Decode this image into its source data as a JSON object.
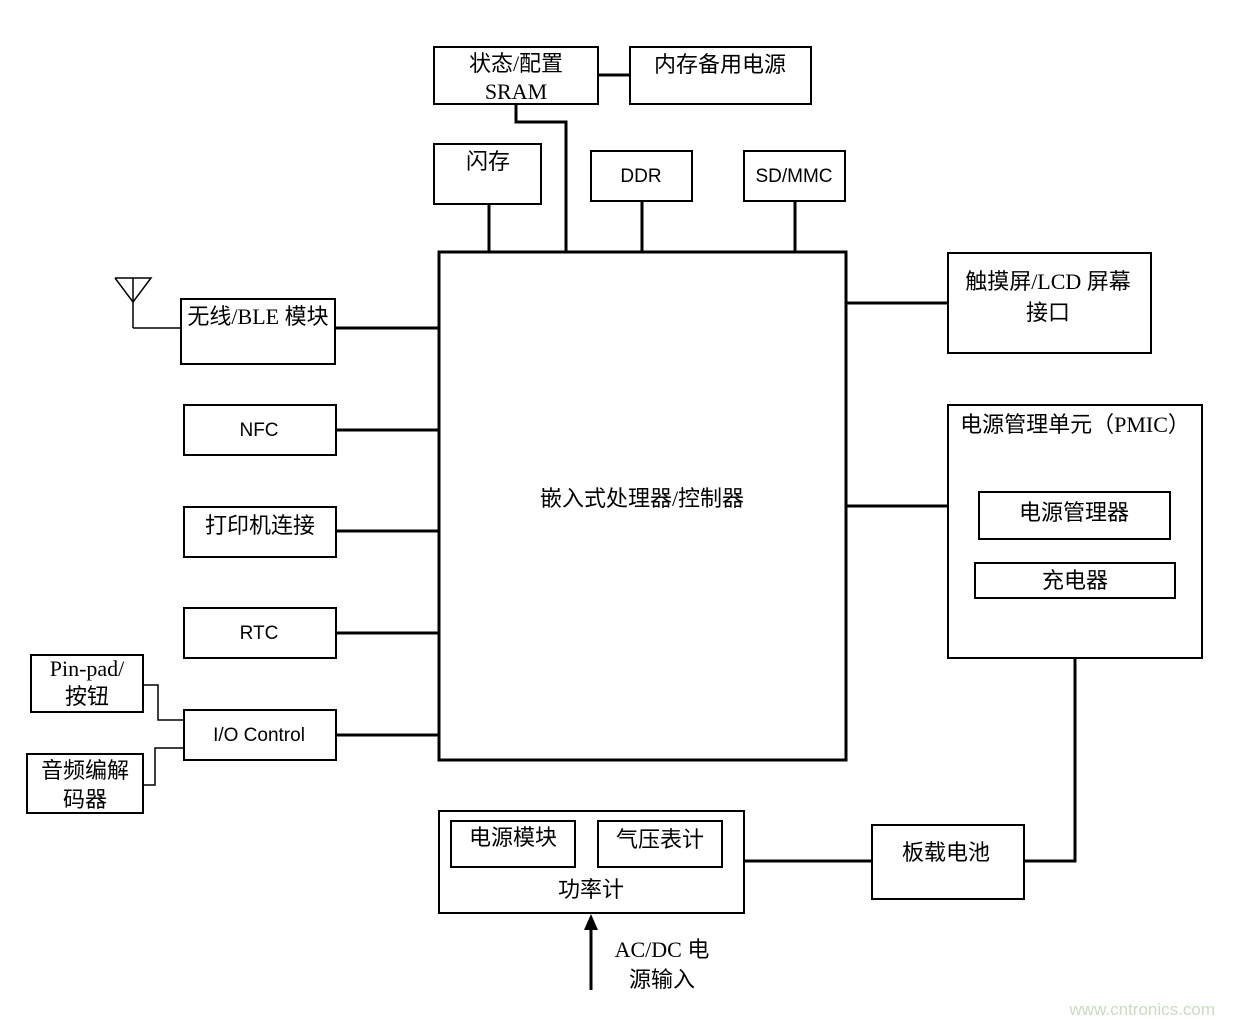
{
  "blocks": {
    "status_sram": [
      "状态/配置",
      "SRAM"
    ],
    "backup_power": "内存备用电源",
    "flash": "闪存",
    "ddr": "DDR",
    "sdmmc": "SD/MMC",
    "processor": "嵌入式处理器/控制器",
    "wireless": "无线/BLE 模块",
    "nfc": "NFC",
    "printer": "打印机连接",
    "rtc": "RTC",
    "io_control": "I/O Control",
    "pinpad": [
      "Pin-pad/",
      "按钮"
    ],
    "audio_codec": [
      "音频编解",
      "码器"
    ],
    "touchscreen": [
      "触摸屏/LCD 屏幕",
      "接口"
    ],
    "pmic": "电源管理单元（PMIC）",
    "power_manager": "电源管理器",
    "charger": "充电器",
    "power_module": "电源模块",
    "barometer": "气压表计",
    "power_meter": "功率计",
    "battery": "板载电池",
    "acdc_input": [
      "AC/DC 电",
      "源输入"
    ]
  },
  "watermark": "www.cntronics.com"
}
